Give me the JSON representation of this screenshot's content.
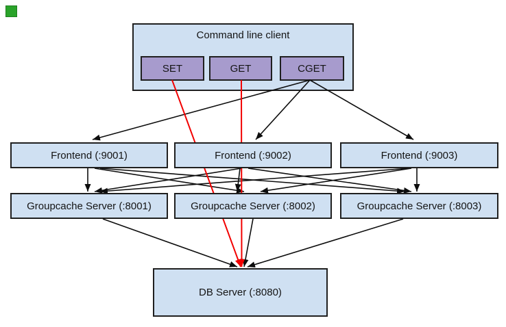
{
  "nodes": {
    "client": {
      "label": "Command line client"
    },
    "commands": [
      {
        "label": "SET"
      },
      {
        "label": "GET"
      },
      {
        "label": "CGET"
      }
    ],
    "frontends": [
      {
        "label": "Frontend (:9001)"
      },
      {
        "label": "Frontend (:9002)"
      },
      {
        "label": "Frontend (:9003)"
      }
    ],
    "caches": [
      {
        "label": "Groupcache Server (:8001)"
      },
      {
        "label": "Groupcache Server (:8002)"
      },
      {
        "label": "Groupcache Server (:8003)"
      }
    ],
    "db": {
      "label": "DB Server (:8080)"
    }
  },
  "edges": {
    "black": [
      {
        "from": "CGET",
        "to": "Frontend (:9001)"
      },
      {
        "from": "CGET",
        "to": "Frontend (:9002)"
      },
      {
        "from": "CGET",
        "to": "Frontend (:9003)"
      },
      {
        "from": "Frontend (:9001)",
        "to": "Groupcache Server (:8001)"
      },
      {
        "from": "Frontend (:9001)",
        "to": "Groupcache Server (:8002)"
      },
      {
        "from": "Frontend (:9001)",
        "to": "Groupcache Server (:8003)"
      },
      {
        "from": "Frontend (:9002)",
        "to": "Groupcache Server (:8001)"
      },
      {
        "from": "Frontend (:9002)",
        "to": "Groupcache Server (:8002)"
      },
      {
        "from": "Frontend (:9002)",
        "to": "Groupcache Server (:8003)"
      },
      {
        "from": "Frontend (:9003)",
        "to": "Groupcache Server (:8001)"
      },
      {
        "from": "Frontend (:9003)",
        "to": "Groupcache Server (:8002)"
      },
      {
        "from": "Frontend (:9003)",
        "to": "Groupcache Server (:8003)"
      },
      {
        "from": "Groupcache Server (:8001)",
        "to": "DB Server (:8080)"
      },
      {
        "from": "Groupcache Server (:8002)",
        "to": "DB Server (:8080)"
      },
      {
        "from": "Groupcache Server (:8003)",
        "to": "DB Server (:8080)"
      }
    ],
    "red": [
      {
        "from": "SET",
        "to": "DB Server (:8080)"
      },
      {
        "from": "GET",
        "to": "DB Server (:8080)"
      }
    ]
  },
  "colors": {
    "box_fill": "#cfe0f2",
    "command_fill": "#a79bcd",
    "border": "#1f1f1f",
    "edge_black": "#0d0d0d",
    "edge_red": "#f20000",
    "marker_green": "#2aa32a"
  }
}
